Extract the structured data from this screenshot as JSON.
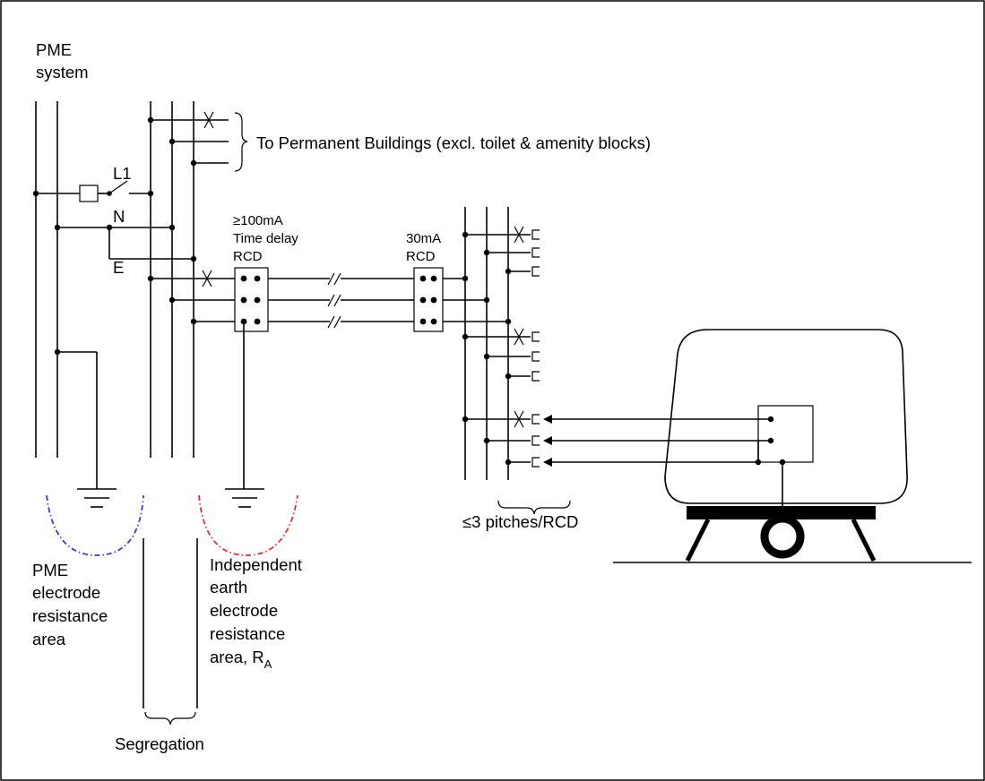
{
  "labels": {
    "pme_system_1": "PME",
    "pme_system_2": "system",
    "to_permanent": "To Permanent Buildings (excl. toilet & amenity blocks)",
    "l1": "L1",
    "n": "N",
    "e": "E",
    "rcd100_1": "≥100mA",
    "rcd100_2": "Time delay",
    "rcd100_3": "RCD",
    "rcd30_1": "30mA",
    "rcd30_2": "RCD",
    "pitches": "≤3 pitches/RCD",
    "pme_area_1": "PME",
    "pme_area_2": "electrode",
    "pme_area_3": "resistance",
    "pme_area_4": "area",
    "indep_1": "Independent",
    "indep_2": "earth",
    "indep_3": "electrode",
    "indep_4": "resistance",
    "indep_5": "area, R",
    "indep_sub": "A",
    "segregation": "Segregation"
  },
  "colors": {
    "line": "#000000",
    "pme_electrode_arc": "#3b3bd6",
    "independent_electrode_arc": "#e23232"
  }
}
